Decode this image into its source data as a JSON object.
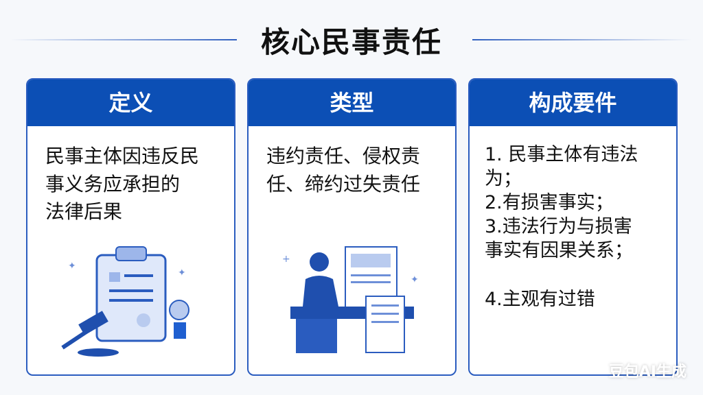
{
  "title": "核心民事责任",
  "cards": [
    {
      "header": "定义",
      "lines": [
        "民事主体因违反民",
        "事义务应承担的",
        "法律后果"
      ]
    },
    {
      "header": "类型",
      "lines": [
        "违约责任、侵权责",
        "任、缔约过失责任"
      ]
    },
    {
      "header": "构成要件",
      "lines": [
        "1. 民事主体有违法",
        "为；",
        "2.有损害事实；",
        "3.违法行为与损害",
        "事实有因果关系；",
        "",
        "4.主观有过错"
      ]
    }
  ],
  "watermark": "豆包AI生成",
  "colors": {
    "accent": "#0c4fb5"
  }
}
